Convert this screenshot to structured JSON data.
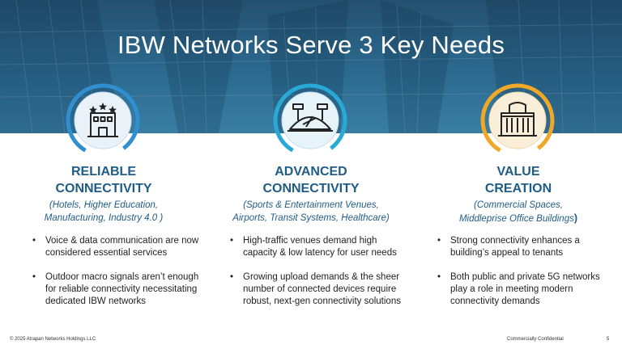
{
  "slide": {
    "title": "IBW Networks Serve 3 Key Needs",
    "columns": [
      {
        "icon": "hotel-building-icon",
        "heading_line1": "RELIABLE",
        "heading_line2": "CONNECTIVITY",
        "sub_line1": "(Hotels, Higher Education,",
        "sub_line2": "Manufacturing, Industry 4.0 )",
        "bullets": [
          "Voice & data communication are now considered essential services",
          "Outdoor macro signals aren’t enough for reliable connectivity necessitating dedicated IBW networks"
        ],
        "ring_color": "#2f8fd0"
      },
      {
        "icon": "stadium-icon",
        "heading_line1": "ADVANCED",
        "heading_line2": "CONNECTIVITY",
        "sub_line1": "(Sports & Entertainment Venues,",
        "sub_line2": "Airports, Transit Systems, Healthcare)",
        "bullets": [
          "High-traffic venues demand high capacity & low latency for user needs",
          "Growing upload demands & the sheer number of connected devices require robust, next-gen connectivity solutions"
        ],
        "ring_color": "#29a9d6"
      },
      {
        "icon": "office-building-icon",
        "heading_line1": "VALUE",
        "heading_line2": "CREATION",
        "sub_line1": "(Commercial Spaces,",
        "sub_line2": "Middleprise Office Buildings",
        "sub_close": ")",
        "bullets": [
          "Strong connectivity enhances a building’s appeal to tenants",
          "Both public and private 5G networks play a role in meeting modern connectivity demands"
        ],
        "ring_color": "#f0a826"
      }
    ]
  },
  "footer": {
    "copyright": "© 2025 Atrapan Networks Holdings LLC",
    "confidential": "Commercially Confidential",
    "page_number": "5"
  }
}
